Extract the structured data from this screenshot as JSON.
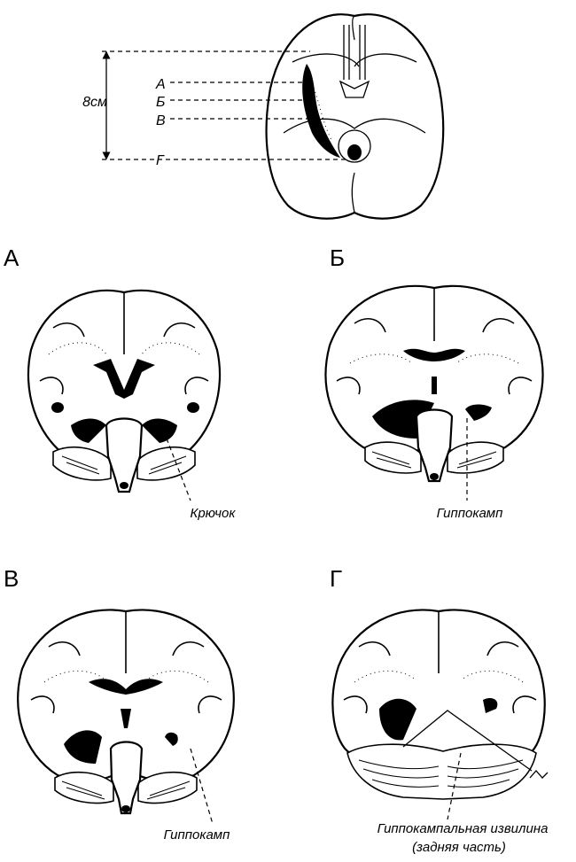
{
  "top_view": {
    "scale_label": "8см",
    "section_labels": [
      "А",
      "Б",
      "В",
      "Г"
    ]
  },
  "panels": [
    {
      "letter": "А",
      "label": "Крючок"
    },
    {
      "letter": "Б",
      "label": "Гиппокамп"
    },
    {
      "letter": "В",
      "label": "Гиппокамп"
    },
    {
      "letter": "Г",
      "label_line1": "Гиппокампальная извилина",
      "label_line2": "(задняя часть)"
    }
  ]
}
